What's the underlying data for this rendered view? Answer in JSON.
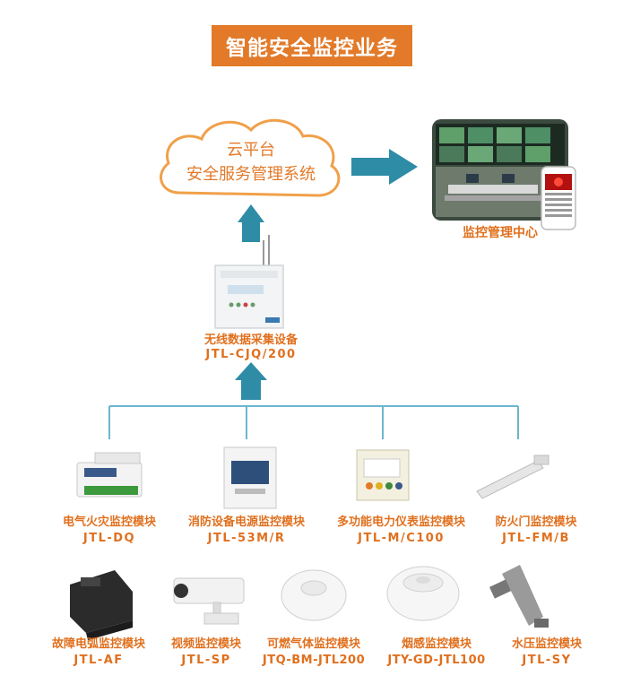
{
  "title": "智能安全监控业务",
  "cloud": {
    "line1": "云平台",
    "line2": "安全服务管理系统"
  },
  "center": {
    "label": "监控管理中心"
  },
  "collector": {
    "name": "无线数据采集设备",
    "code": "JTL-CJQ/200"
  },
  "modules_row1": [
    {
      "name": "电气火灾监控模块",
      "code": "JTL-DQ"
    },
    {
      "name": "消防设备电源监控模块",
      "code": "JTL-53M/R"
    },
    {
      "name": "多功能电力仪表监控模块",
      "code": "JTL-M/C100"
    },
    {
      "name": "防火门监控模块",
      "code": "JTL-FM/B"
    }
  ],
  "modules_row2": [
    {
      "name": "故障电弧监控模块",
      "code": "JTL-AF"
    },
    {
      "name": "视频监控模块",
      "code": "JTL-SP"
    },
    {
      "name": "可燃气体监控模块",
      "code": "JTQ-BM-JTL200"
    },
    {
      "name": "烟感监控模块",
      "code": "JTY-GD-JTL100"
    },
    {
      "name": "水压监控模块",
      "code": "JTL-SY"
    }
  ],
  "colors": {
    "accent": "#e27a2a",
    "arrow": "#2f8ca6",
    "line": "#6bb6cf"
  }
}
